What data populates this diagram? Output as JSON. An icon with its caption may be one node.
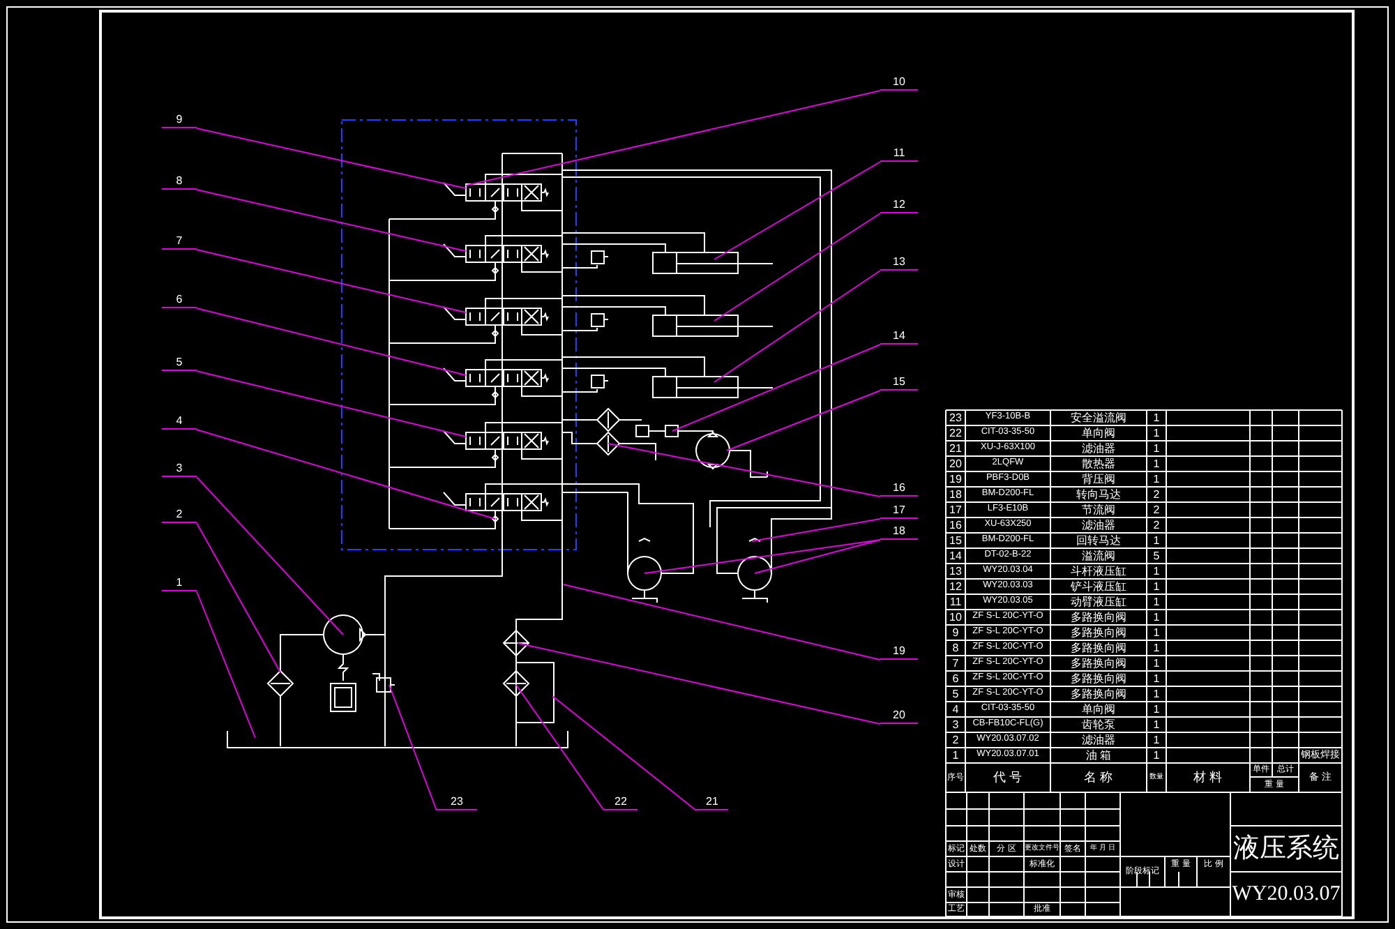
{
  "diagram": {
    "nodes": [
      {
        "text": [
          "9"
        ]
      },
      {
        "text": [
          "8"
        ]
      },
      {
        "text": [
          "7"
        ]
      },
      {
        "text": [
          "6"
        ]
      },
      {
        "text": [
          "5"
        ]
      },
      {
        "text": [
          "4"
        ]
      },
      {
        "text": [
          "3"
        ]
      },
      {
        "text": [
          "2"
        ]
      },
      {
        "text": [
          "1"
        ]
      },
      {
        "text": [
          "10"
        ]
      },
      {
        "text": [
          "11"
        ]
      },
      {
        "text": [
          "12"
        ]
      },
      {
        "text": [
          "13"
        ]
      },
      {
        "text": [
          "14"
        ]
      },
      {
        "text": [
          "15"
        ]
      },
      {
        "text": [
          "16"
        ]
      },
      {
        "text": [
          "17"
        ]
      },
      {
        "text": [
          "18"
        ]
      },
      {
        "text": [
          "19"
        ]
      },
      {
        "text": [
          "20"
        ]
      },
      {
        "text": [
          "23"
        ]
      },
      {
        "text": [
          "22"
        ]
      },
      {
        "text": [
          "21"
        ]
      }
    ],
    "edges": [
      {
        "from": 0,
        "to": null,
        "arrow": "none"
      },
      {
        "from": 1,
        "to": null,
        "arrow": "none"
      },
      {
        "from": 2,
        "to": null,
        "arrow": "none"
      },
      {
        "from": 3,
        "to": null,
        "arrow": "none"
      },
      {
        "from": 4,
        "to": null,
        "arrow": "none"
      },
      {
        "from": 5,
        "to": null,
        "arrow": "none"
      },
      {
        "from": 6,
        "to": null,
        "arrow": "none"
      },
      {
        "from": 7,
        "to": null,
        "arrow": "none"
      },
      {
        "from": 8,
        "to": null,
        "arrow": "none"
      },
      {
        "from": 9,
        "to": null,
        "arrow": "none"
      },
      {
        "from": 10,
        "to": null,
        "arrow": "none"
      },
      {
        "from": 11,
        "to": null,
        "arrow": "none"
      },
      {
        "from": 12,
        "to": null,
        "arrow": "none"
      },
      {
        "from": 13,
        "to": null,
        "arrow": "none"
      },
      {
        "from": 14,
        "to": null,
        "arrow": "none"
      },
      {
        "from": 15,
        "to": null,
        "arrow": "none"
      },
      {
        "from": 16,
        "to": null,
        "arrow": "none"
      },
      {
        "from": 17,
        "to": null,
        "arrow": "none"
      },
      {
        "from": 17,
        "to": null,
        "arrow": "none"
      },
      {
        "from": 18,
        "to": null,
        "arrow": "none"
      },
      {
        "from": 19,
        "to": null,
        "arrow": "none"
      },
      {
        "from": 20,
        "to": null,
        "arrow": "none"
      },
      {
        "from": 21,
        "to": null,
        "arrow": "none"
      },
      {
        "from": 22,
        "to": null,
        "arrow": "none"
      }
    ],
    "labels": [
      "23",
      "YF3-10B-B",
      "安全溢流阀",
      "1",
      "22",
      "CIT-03-35-50",
      "单向阀",
      "1",
      "21",
      "XU-J-63X100",
      "滤油器",
      "1",
      "20",
      "2LQFW",
      "散热器",
      "1",
      "19",
      "PBF3-D0B",
      "背压阀",
      "1",
      "18",
      "BM-D200-FL",
      "转向马达",
      "2",
      "17",
      "LF3-E10B",
      "节流阀",
      "2",
      "16",
      "XU-63X250",
      "滤油器",
      "2",
      "15",
      "BM-D200-FL",
      "回转马达",
      "1",
      "14",
      "DT-02-B-22",
      "溢流阀",
      "5",
      "13",
      "WY20.03.04",
      "斗杆液压缸",
      "1",
      "12",
      "WY20.03.03",
      "铲斗液压缸",
      "1",
      "11",
      "WY20.03.05",
      "动臂液压缸",
      "1",
      "10",
      "ZF S-L 20C-YT-O",
      "多路换向阀",
      "1",
      "9",
      "ZF S-L 20C-YT-O",
      "多路换向阀",
      "1",
      "8",
      "ZF S-L 20C-YT-O",
      "多路换向阀",
      "1",
      "7",
      "ZF S-L 20C-YT-O",
      "多路换向阀",
      "1",
      "6",
      "ZF S-L 20C-YT-O",
      "多路换向阀",
      "1",
      "5",
      "ZF S-L 20C-YT-O",
      "多路换向阀",
      "1",
      "4",
      "CIT-03-35-50",
      "单向阀",
      "1",
      "3",
      "CB-FB10C-FL(G)",
      "齿轮泵",
      "1",
      "2",
      "WY20.03.07.02",
      "滤油器",
      "1",
      "1",
      "WY20.03.07.01",
      "油 箱",
      "1",
      "钢板焊接",
      "序号",
      "代 号",
      "名 称",
      "数量",
      "材 料",
      "单件",
      "总计",
      "重 量",
      "备 注",
      "标记",
      "处数",
      "分 区",
      "更改文件号",
      "签名",
      "年 月 日",
      "设计",
      "标准化",
      "阶段标记",
      "重 量",
      "比 例",
      "液压系统",
      "审核",
      "工艺",
      "批准",
      "WY20.03.07"
    ]
  }
}
